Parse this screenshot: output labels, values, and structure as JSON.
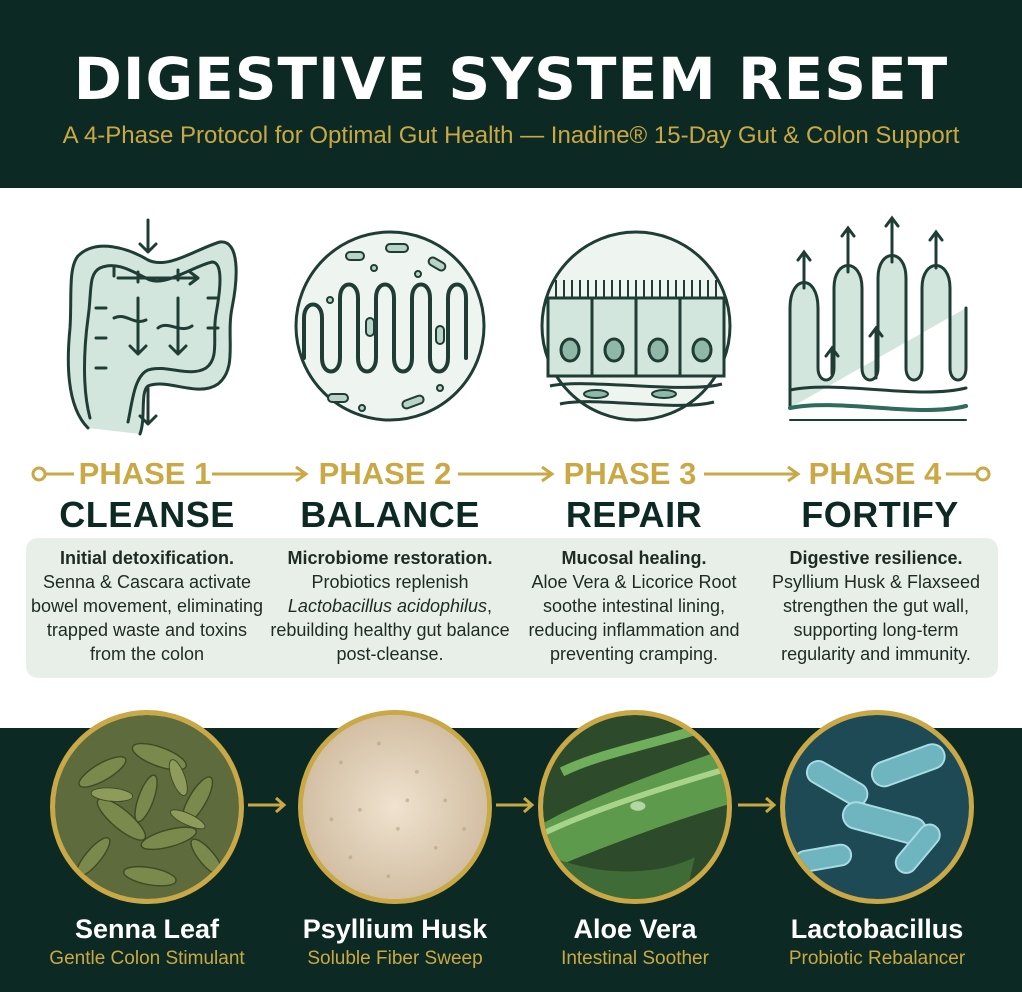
{
  "header": {
    "title": "DIGESTIVE SYSTEM RESET",
    "subtitle": "A 4-Phase Protocol for Optimal Gut Health — Inadine® 15-Day Gut & Colon Support"
  },
  "phases": [
    {
      "label": "PHASE 1",
      "name": "CLEANSE",
      "icon": "colon-icon",
      "lead": "Initial detoxification.",
      "body": "Senna & Cascara activate bowel movement, eliminating trapped waste and toxins from the colon"
    },
    {
      "label": "PHASE 2",
      "name": "BALANCE",
      "icon": "microbiome-icon",
      "lead": "Microbiome restoration.",
      "body_pre": "Probiotics replenish",
      "body_italic": "Lactobacillus acidophilus",
      "body_post": ", rebuilding healthy gut balance post-cleanse."
    },
    {
      "label": "PHASE 3",
      "name": "REPAIR",
      "icon": "mucosa-icon",
      "lead": "Mucosal healing.",
      "body": "Aloe Vera & Licorice Root soothe intestinal lining, reducing inflammation and preventing cramping."
    },
    {
      "label": "PHASE 4",
      "name": "FORTIFY",
      "icon": "villi-icon",
      "lead": "Digestive resilience.",
      "body": "Psyllium Husk & Flaxseed strengthen the gut wall, supporting long-term regularity and immunity."
    }
  ],
  "ingredients": [
    {
      "name": "Senna Leaf",
      "sub": "Gentle Colon Stimulant",
      "icon": "senna-leaf-photo"
    },
    {
      "name": "Psyllium Husk",
      "sub": "Soluble Fiber Sweep",
      "icon": "psyllium-husk-photo"
    },
    {
      "name": "Aloe Vera",
      "sub": "Intestinal Soother",
      "icon": "aloe-vera-photo"
    },
    {
      "name": "Lactobacillus",
      "sub": "Probiotic Rebalancer",
      "icon": "bacteria-photo"
    }
  ],
  "colors": {
    "dark_green": "#0c2a23",
    "gold": "#c9a845",
    "panel": "#e7efe8",
    "icon_fill": "#d3e6de",
    "icon_stroke": "#1f3d35"
  }
}
